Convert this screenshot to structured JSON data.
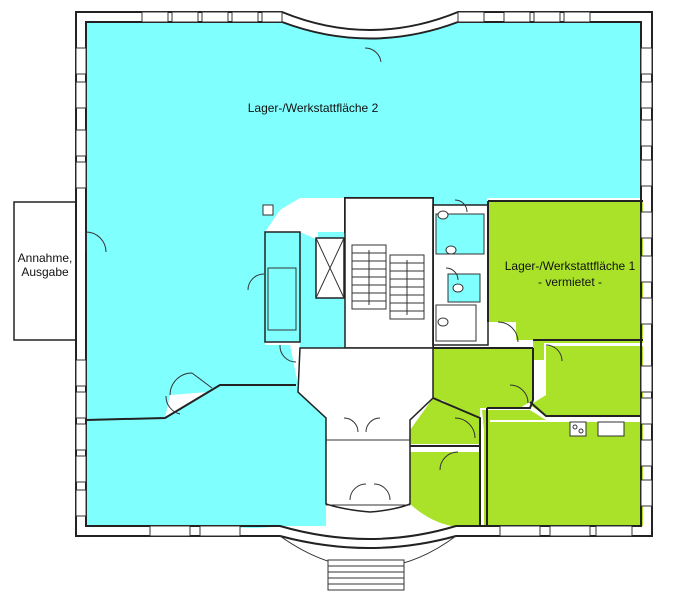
{
  "colors": {
    "storage_area": "#80ffff",
    "rented_area": "#aae22a",
    "wall": "#222222",
    "background": "#ffffff"
  },
  "labels": {
    "area2": "Lager-/Werkstattfläche 2",
    "area1_title": "Lager-/Werkstattfläche 1",
    "area1_status": "- vermietet -",
    "annex_line1": "Annahme,",
    "annex_line2": "Ausgabe"
  }
}
